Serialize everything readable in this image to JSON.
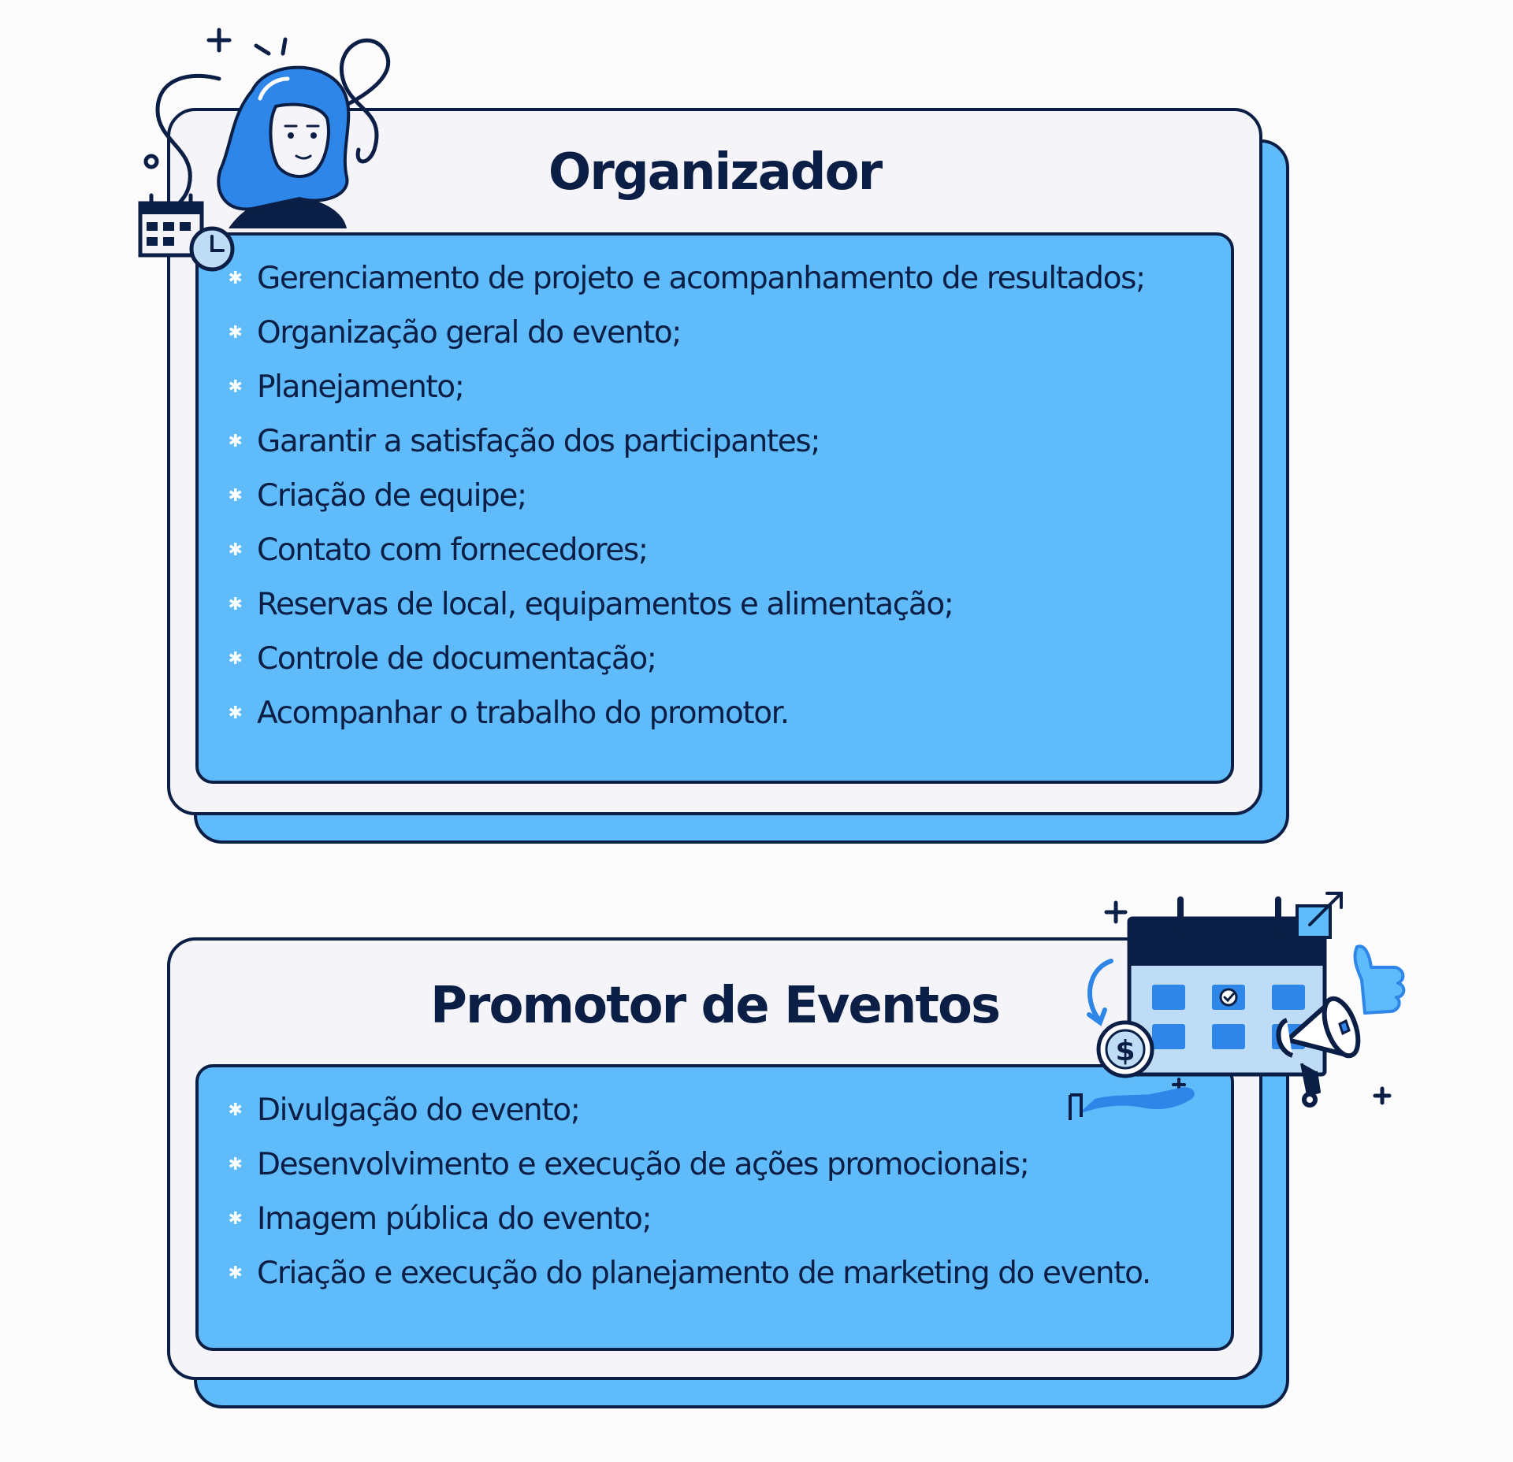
{
  "organizador": {
    "title": "Organizador",
    "items": [
      "Gerenciamento de projeto e acompanhamento de resultados;",
      "Organização geral do evento;",
      "Planejamento;",
      "Garantir a satisfação dos participantes;",
      "Criação de equipe;",
      "Contato com fornecedores;",
      "Reservas de local, equipamentos e alimentação;",
      "Controle de documentação;",
      "Acompanhar o trabalho do promotor."
    ]
  },
  "promotor": {
    "title": "Promotor de Eventos",
    "items": [
      "Divulgação do evento;",
      "Desenvolvimento e execução de ações promocionais;",
      "Imagem pública do evento;",
      "Criação e execução do planejamento de marketing do evento."
    ]
  },
  "icons": {
    "bullet": "✱",
    "woman_illustration": "woman-with-calendar-icon",
    "calendar_illustration": "calendar-megaphone-icon"
  },
  "colors": {
    "navy": "#0b1e45",
    "light_blue": "#5fbbf9",
    "card_bg": "#f4f4f9",
    "accent_blue": "#2d86e8"
  }
}
